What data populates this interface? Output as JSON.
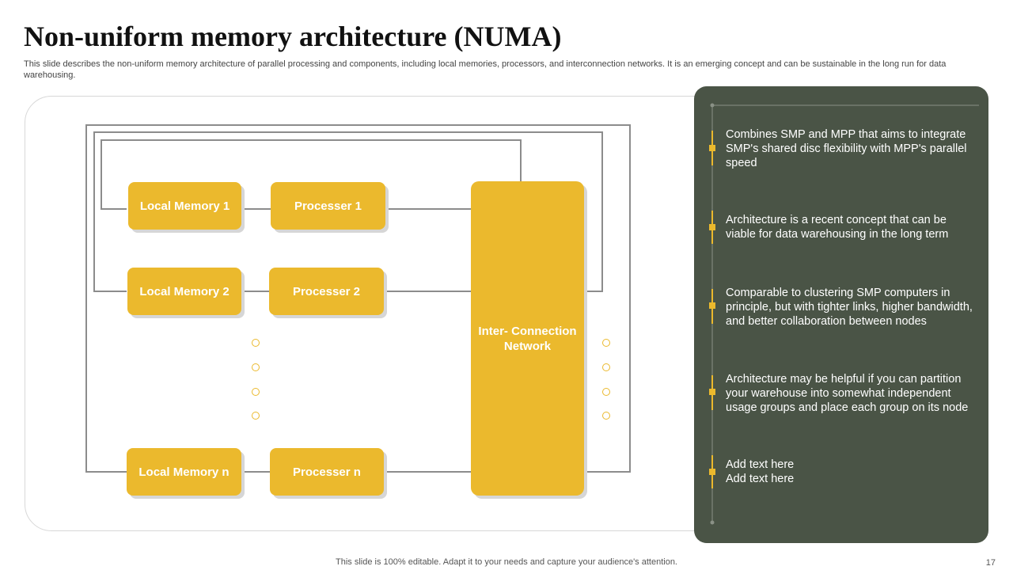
{
  "title": "Non-uniform memory architecture (NUMA)",
  "subtitle": "This slide describes the non-uniform memory architecture of parallel processing and components, including local memories, processors, and interconnection networks. It is an emerging concept and can be sustainable in the long run for data warehousing.",
  "diagram": {
    "local_memory_1": "Local Memory 1",
    "local_memory_2": "Local Memory 2",
    "local_memory_n": "Local Memory n",
    "processer_1": "Processer 1",
    "processer_2": "Processer 2",
    "processer_n": "Processer n",
    "interconnect_line1": "Inter- Connection",
    "interconnect_line2": "Network"
  },
  "points": [
    "Combines SMP and MPP that aims to integrate SMP's shared disc flexibility  with MPP's parallel speed",
    "Architecture is a recent concept that can be viable for data warehousing in the long term",
    "Comparable to clustering SMP computers in principle, but with tighter links, higher bandwidth, and better collaboration between nodes",
    "Architecture may be helpful if you can partition your warehouse into somewhat independent usage groups and place each group on its node",
    "Add text here\nAdd text here"
  ],
  "footer": "This slide is 100% editable. Adapt it to your needs and capture your audience's attention.",
  "page_number": "17",
  "colors": {
    "accent": "#ebb92d",
    "panel": "#4a5446",
    "wire": "#8c8c8c"
  }
}
